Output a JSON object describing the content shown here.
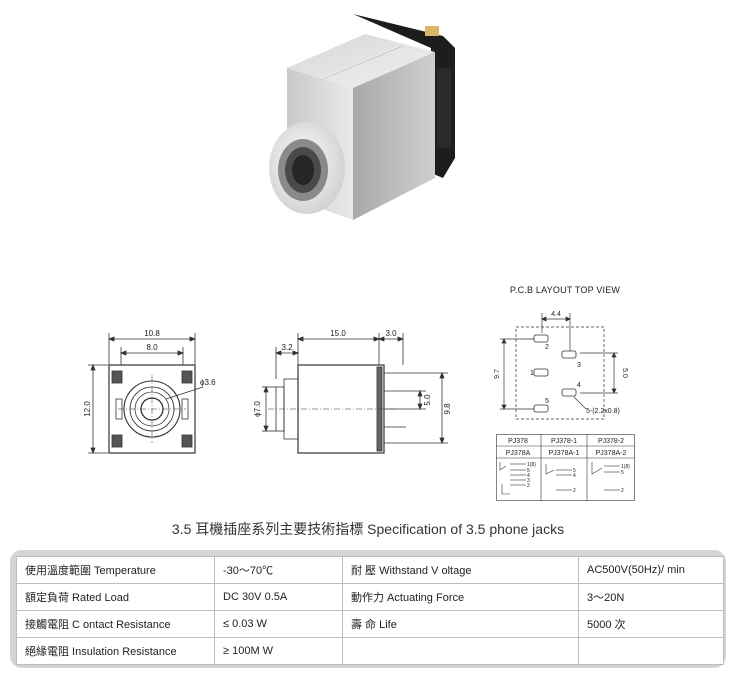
{
  "pcb_title": "P.C.B LAYOUT    TOP VIEW",
  "front_view": {
    "width_outer": "10.8",
    "width_inner": "8.0",
    "height": "12.0",
    "hole": "ϕ3.6"
  },
  "side_view": {
    "length": "15.0",
    "pin_off": "3.0",
    "front": "3.2",
    "diameter": "ϕ7.0",
    "pitch": "5.0",
    "total": "9.8"
  },
  "pcb_view": {
    "top": "4.4",
    "left": "9.7",
    "right": "5.0",
    "slot": "5-(2.2x0.8)",
    "pins": [
      "2",
      "3",
      "1",
      "4",
      "5"
    ]
  },
  "models": {
    "row1": [
      "PJ378",
      "PJ378-1",
      "PJ378-2"
    ],
    "row2": [
      "PJ378A",
      "PJ378A-1",
      "PJ378A-2"
    ],
    "s1": [
      "1(8)",
      "5",
      "4",
      "3",
      "2"
    ],
    "s2": [
      "5",
      "4",
      "2"
    ],
    "s3": [
      "1(8)",
      "5",
      "2"
    ]
  },
  "caption": "3.5  耳機插座系列主要技術指標 Specification of 3.5 phone jacks",
  "spec_rows": [
    {
      "l1": "使用溫度範圍 Temperature",
      "v1": "-30～70℃",
      "l2": "耐    壓  Withstand V oltage",
      "v2": "AC500V(50Hz)/ min"
    },
    {
      "l1": "額定負荷  Rated Load",
      "v1": "DC  30V  0.5A",
      "l2": "動作力  Actuating Force",
      "v2": "3～20N"
    },
    {
      "l1": "接觸電阻  C ontact Resistance",
      "v1": "≤ 0.03 W",
      "l2": "壽    命  Life",
      "v2": "5000 次"
    },
    {
      "l1": "絕緣電阻  Insulation Resistance",
      "v1": "≥ 100M W",
      "l2": "",
      "v2": ""
    }
  ]
}
